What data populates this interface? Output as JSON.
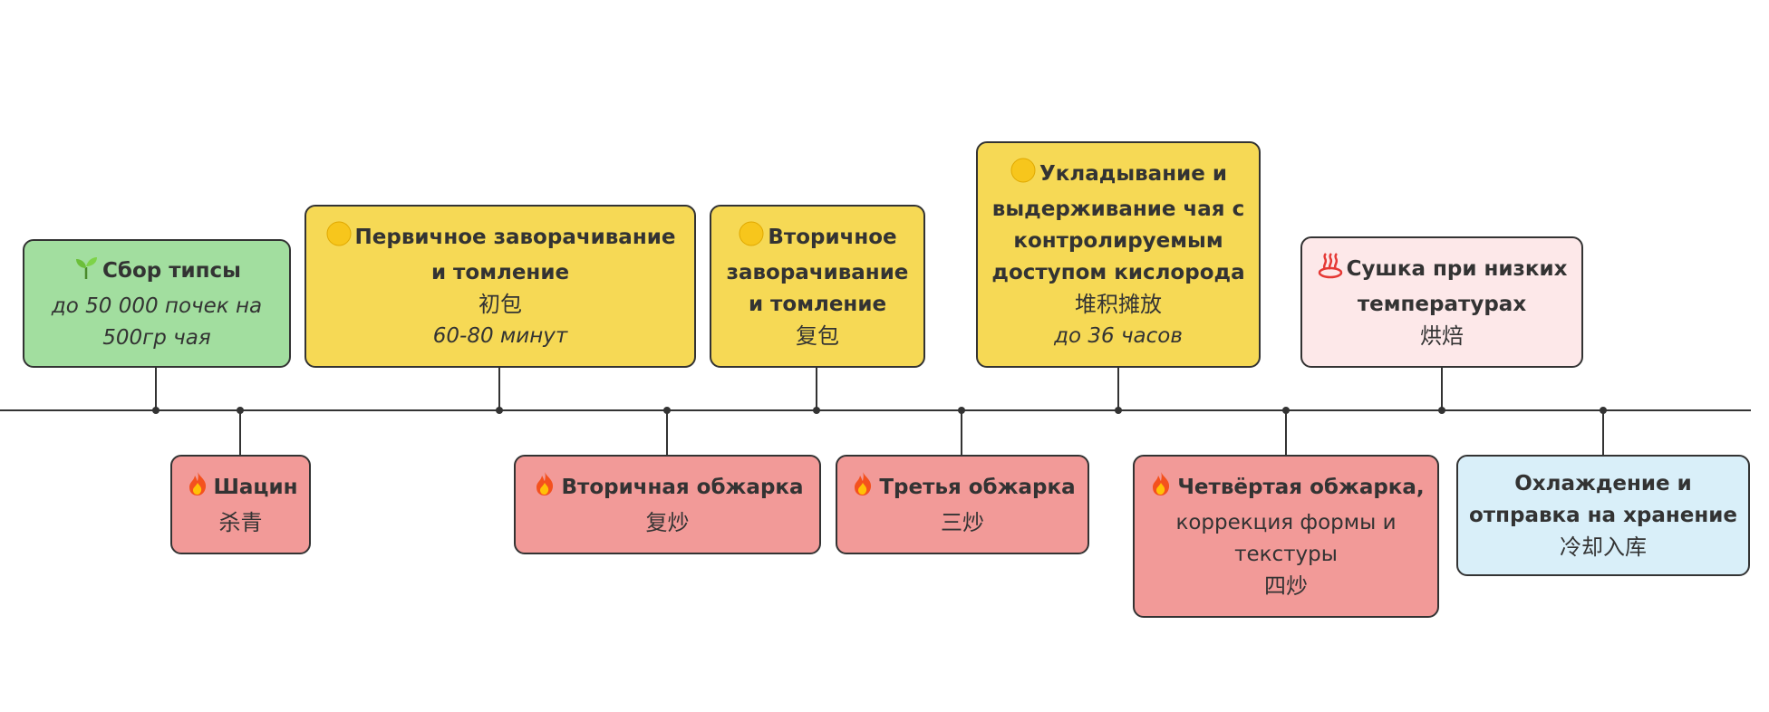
{
  "colors": {
    "green": "#a2de9f",
    "yellow": "#f6d955",
    "pink": "#fde8e9",
    "red": "#f29a98",
    "blue": "#d9eff9",
    "line": "#333333"
  },
  "stages": [
    {
      "side": "above",
      "color": "green",
      "icon": "sprout-icon",
      "title": "Сбор типсы",
      "note": "до 50 000 почек на 500гр чая"
    },
    {
      "side": "below",
      "color": "red",
      "icon": "fire-icon",
      "title": "Шацин",
      "chinese": "杀青"
    },
    {
      "side": "above",
      "color": "yellow",
      "icon": "yellow-circle-icon",
      "title": "Первичное заворачивание и томление",
      "chinese": "初包",
      "note": "60-80 минут"
    },
    {
      "side": "below",
      "color": "red",
      "icon": "fire-icon",
      "title": "Вторичная обжарка",
      "chinese": "复炒"
    },
    {
      "side": "above",
      "color": "yellow",
      "icon": "yellow-circle-icon",
      "title": "Вторичное заворачивание и томление",
      "chinese": "复包"
    },
    {
      "side": "below",
      "color": "red",
      "icon": "fire-icon",
      "title": "Третья обжарка",
      "chinese": "三炒"
    },
    {
      "side": "above",
      "color": "yellow",
      "icon": "yellow-circle-icon",
      "title": "Укладывание и выдерживание чая с контролируемым доступом кислорода",
      "chinese": "堆积摊放",
      "note": "до 36 часов"
    },
    {
      "side": "below",
      "color": "red",
      "icon": "fire-icon",
      "title": "Четвёртая обжарка,",
      "subtitle": "коррекция формы и текстуры",
      "chinese": "四炒"
    },
    {
      "side": "above",
      "color": "pink",
      "icon": "hot-springs-icon",
      "title": "Сушка при низких температурах",
      "chinese": "烘焙"
    },
    {
      "side": "below",
      "color": "blue",
      "icon": "",
      "title": "Охлаждение и отправка на хранение",
      "chinese": "冷却入库"
    }
  ]
}
